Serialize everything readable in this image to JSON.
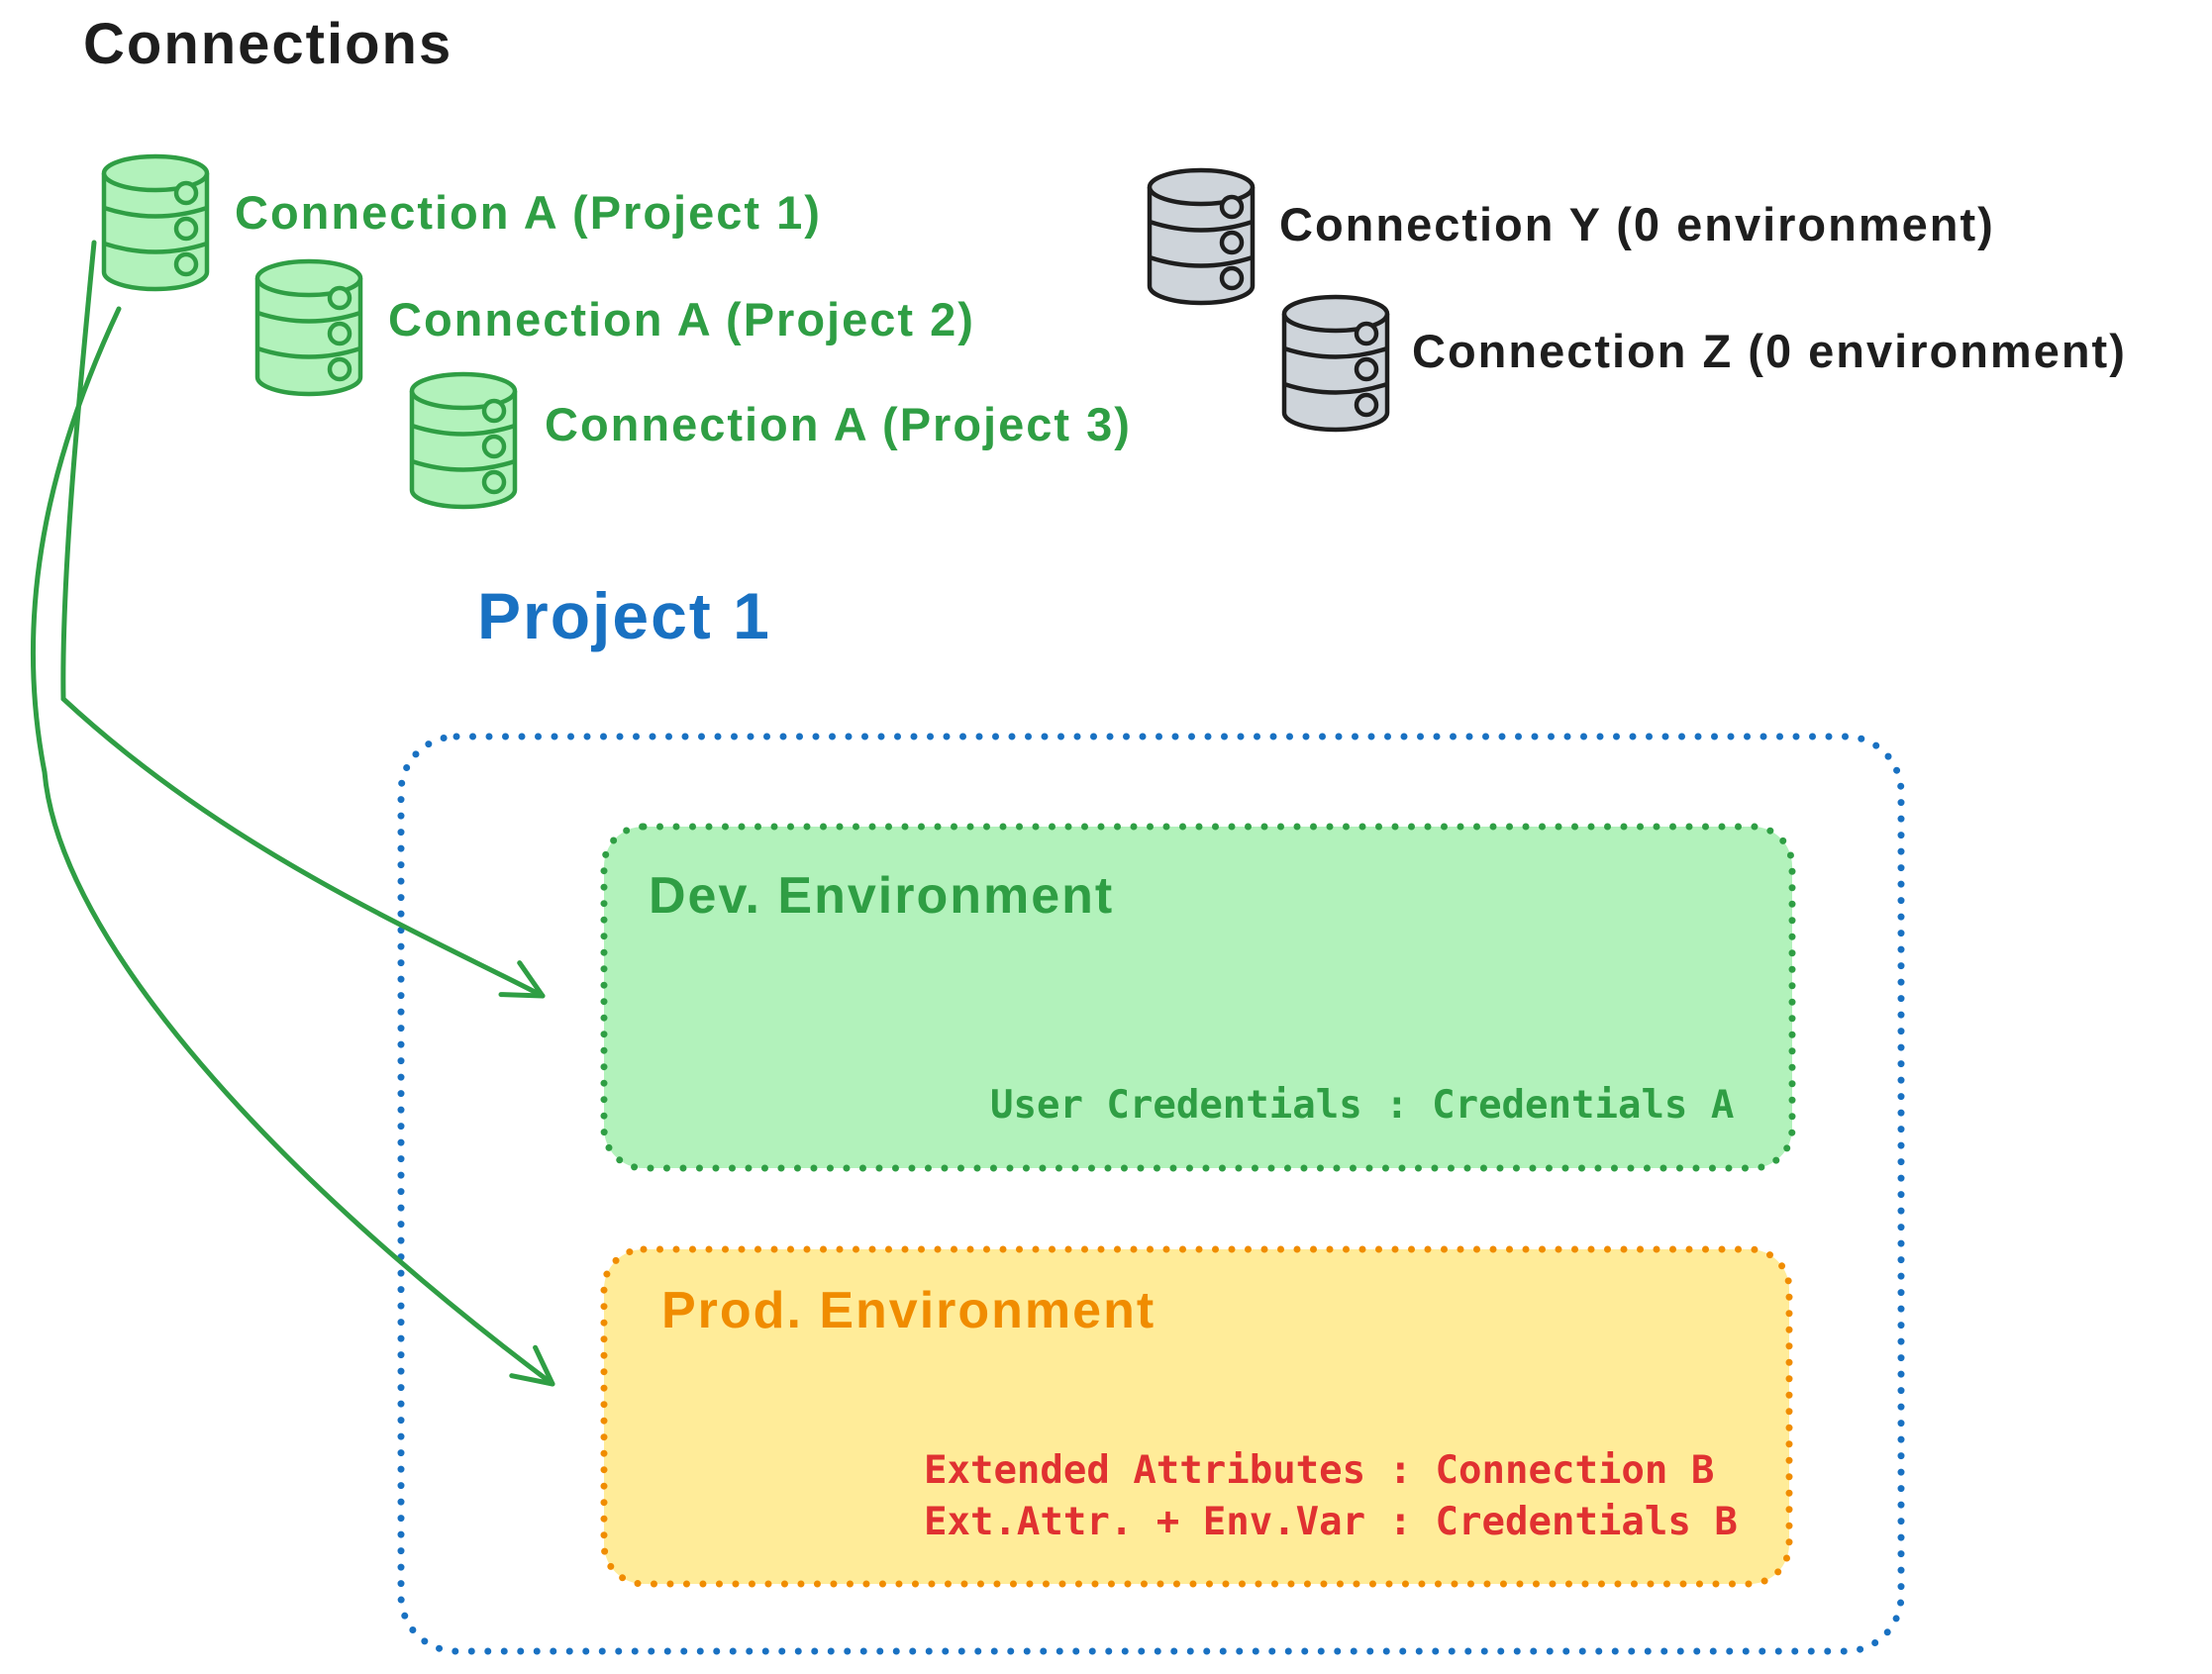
{
  "heading": "Connections",
  "connections": {
    "project_connections": [
      {
        "icon": "database-icon",
        "color": "green",
        "label": "Connection A (Project 1)"
      },
      {
        "icon": "database-icon",
        "color": "green",
        "label": "Connection A (Project 2)"
      },
      {
        "icon": "database-icon",
        "color": "green",
        "label": "Connection A (Project 3)"
      }
    ],
    "unassigned_connections": [
      {
        "icon": "database-icon",
        "color": "gray",
        "label": "Connection Y (0 environment)"
      },
      {
        "icon": "database-icon",
        "color": "gray",
        "label": "Connection Z (0 environment)"
      }
    ]
  },
  "project": {
    "title": "Project 1",
    "dev_environment": {
      "title": "Dev. Environment",
      "mapping": "User Credentials : Credentials A"
    },
    "prod_environment": {
      "title": "Prod. Environment",
      "mappings": [
        "Extended Attributes : Connection B",
        "Ext.Attr. + Env.Var : Credentials B"
      ]
    }
  },
  "colors": {
    "ink": "#1e1e1e",
    "green_stroke": "#2f9e44",
    "green_fill": "#b2f2bb",
    "gray_fill": "#ced4da",
    "blue_stroke": "#1971c2",
    "orange_stroke": "#f08c00",
    "orange_fill": "#ffec99",
    "red_text": "#e03131"
  }
}
